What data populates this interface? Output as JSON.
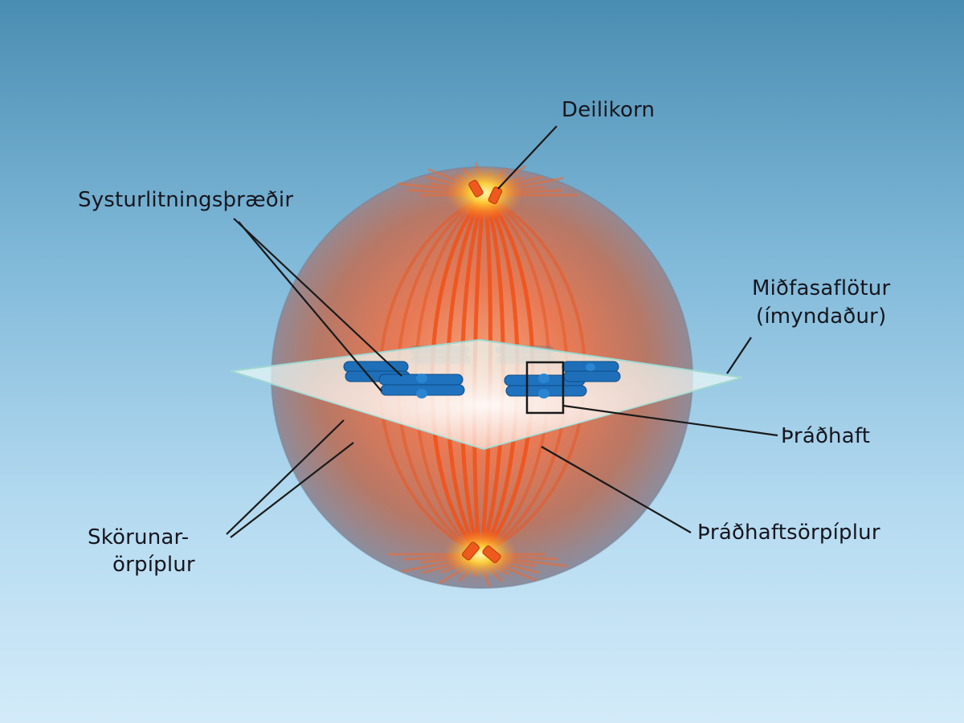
{
  "labels": {
    "centriole": "Deilikorn",
    "sister_chromatids": "Systurlitningsþræðir",
    "metaphase_plate_line1": "Miðfasaflötur",
    "metaphase_plate_line2": "(ímyndaður)",
    "centromere": "Þráðhaft",
    "kinetochore_microtubules": "Þráðhaftsörpíplur",
    "polar_microtubules_line1": "Skörunar-",
    "polar_microtubules_line2": "örpíplur"
  },
  "colors": {
    "background_top": "#4a8db2",
    "background_bottom": "#d3ebf9",
    "cell": "#8a8ea0",
    "spindle": "#f0531c",
    "centrosome_glow": "#ffd23a",
    "chromosome": "#1e6fb8",
    "plate": "#d9f1ee"
  }
}
